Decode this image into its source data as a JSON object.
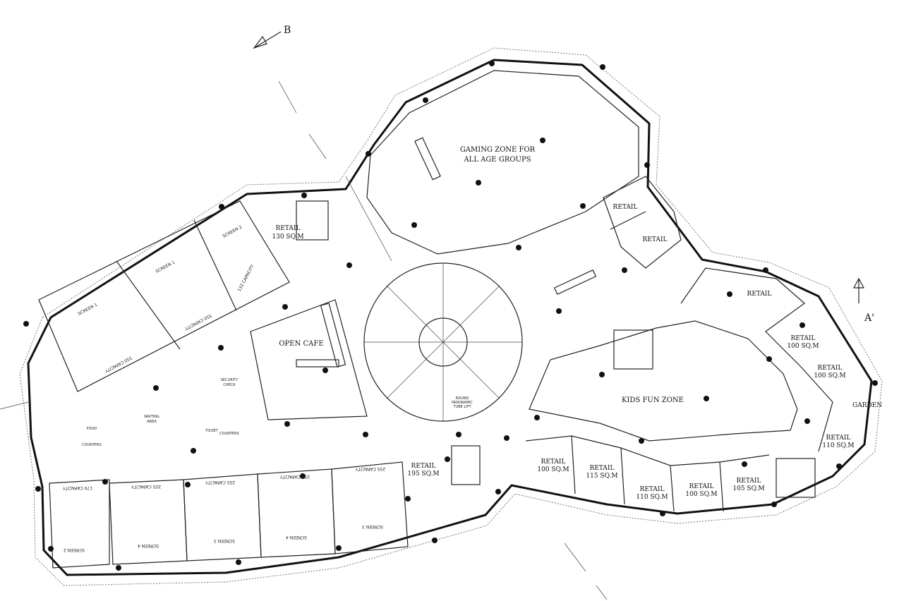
{
  "north_arrows": {
    "b": "B",
    "a": "A'"
  },
  "spaces": {
    "gaming_zone": [
      "GAMING ZONE FOR",
      "ALL AGE GROUPS"
    ],
    "kids_fun_zone": "KIDS FUN ZONE",
    "open_cafe": "OPEN CAFE",
    "garden": "GARDEN",
    "security_check": [
      "SECURITY",
      "CHECK"
    ],
    "waiting_area": [
      "WAITING",
      "AREA"
    ],
    "food_counters": [
      "FOOD",
      "COUNTERS"
    ],
    "ticket_counters": [
      "TICKET",
      "COUNTERS"
    ],
    "panoramic_lift": [
      "ROUND",
      "PANORAMIC",
      "TUBE LIFT"
    ]
  },
  "retail_units": [
    {
      "id": "retail-130",
      "name": "RETAIL",
      "area": "130 SQ.M"
    },
    {
      "id": "retail-ne-1",
      "name": "RETAIL",
      "area": ""
    },
    {
      "id": "retail-ne-2",
      "name": "RETAIL",
      "area": ""
    },
    {
      "id": "retail-e",
      "name": "RETAIL",
      "area": ""
    },
    {
      "id": "retail-e-100a",
      "name": "RETAIL",
      "area": "100 SQ.M"
    },
    {
      "id": "retail-e-100b",
      "name": "RETAIL",
      "area": "100 SQ.M"
    },
    {
      "id": "retail-e-110",
      "name": "RETAIL",
      "area": "110 SQ.M"
    },
    {
      "id": "retail-195",
      "name": "RETAIL",
      "area": "195 SQ.M"
    },
    {
      "id": "retail-s-100a",
      "name": "RETAIL",
      "area": "100 SQ.M"
    },
    {
      "id": "retail-s-115",
      "name": "RETAIL",
      "area": "115 SQ.M"
    },
    {
      "id": "retail-s-110",
      "name": "RETAIL",
      "area": "110 SQ.M"
    },
    {
      "id": "retail-s-100b",
      "name": "RETAIL",
      "area": "100 SQ.M"
    },
    {
      "id": "retail-s-105",
      "name": "RETAIL",
      "area": "105 SQ.M"
    }
  ],
  "screens": [
    {
      "id": "screen-1-north",
      "name": "SCREEN 1",
      "capacity": "550 CAPACITY"
    },
    {
      "id": "screen-1-mid",
      "name": "SCREEN 1",
      "capacity": "550 CAPACITY"
    },
    {
      "id": "screen-2-north",
      "name": "SCREEN 2",
      "capacity": "132 CAPACITY"
    },
    {
      "id": "screen-2-south",
      "name": "SCREEN 2",
      "capacity": "170 CAPACITY"
    },
    {
      "id": "screen-s-4a",
      "name": "SCREEN 4",
      "capacity": "255 CAPACITY"
    },
    {
      "id": "screen-s-3",
      "name": "SCREEN 3",
      "capacity": "255 CAPACITY"
    },
    {
      "id": "screen-s-4b",
      "name": "SCREEN 4",
      "capacity": "255 CAPACITY"
    },
    {
      "id": "screen-s-3b",
      "name": "SCREEN 3",
      "capacity": "255 CAPACITY"
    }
  ]
}
